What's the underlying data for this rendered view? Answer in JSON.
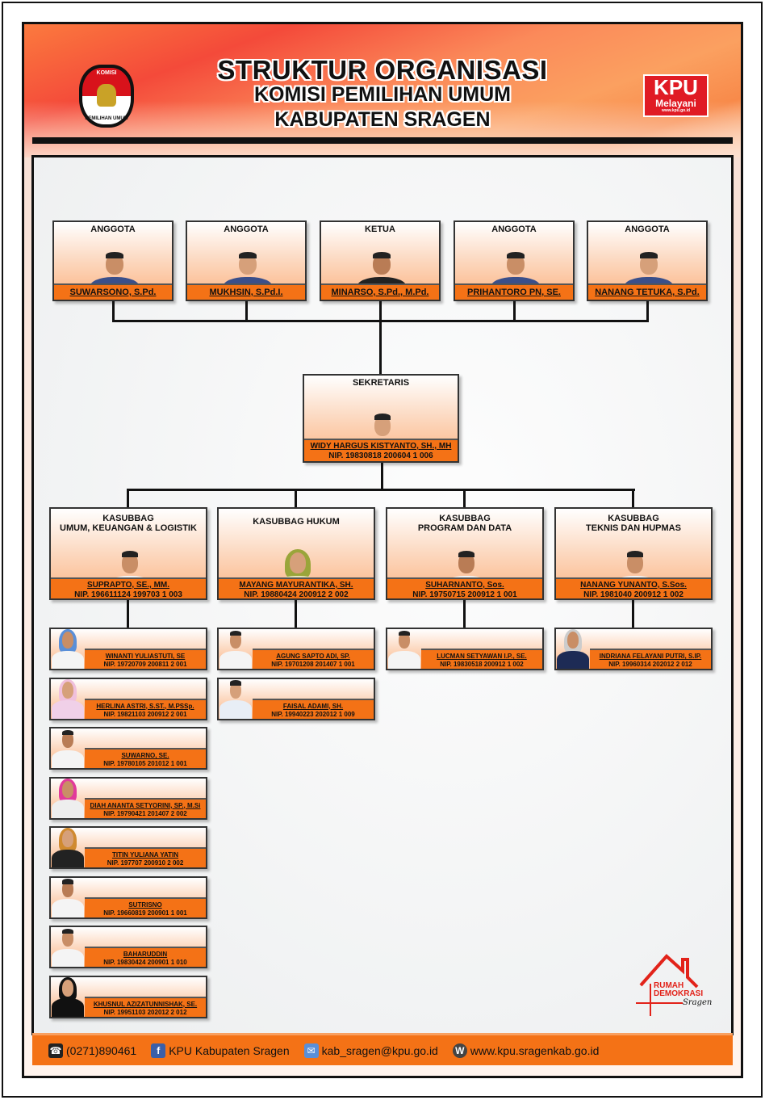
{
  "header": {
    "title": "STRUKTUR ORGANISASI",
    "subtitle1": "KOMISI PEMILIHAN UMUM",
    "subtitle2": "KABUPATEN SRAGEN",
    "logo_left": {
      "top": "KOMISI",
      "bottom": "PEMILIHAN UMUM"
    },
    "logo_right": {
      "main": "KPU",
      "sub": "Melayani",
      "url": "www.kpu.go.id"
    }
  },
  "commissioners": [
    {
      "role": "ANGGOTA",
      "name": "SUWARSONO, S.Pd."
    },
    {
      "role": "ANGGOTA",
      "name": "MUKHSIN, S.Pd.I."
    },
    {
      "role": "KETUA",
      "name": "MINARSO, S.Pd., M.Pd."
    },
    {
      "role": "ANGGOTA",
      "name": "PRIHANTORO PN, SE."
    },
    {
      "role": "ANGGOTA",
      "name": "NANANG TETUKA, S.Pd."
    }
  ],
  "secretary": {
    "role": "SEKRETARIS",
    "name": "WIDY HARGUS KISTYANTO, SH., MH",
    "nip": "NIP. 19830818 200604 1 006"
  },
  "divisions": [
    {
      "role": "KASUBBAG\nUMUM, KEUANGAN & LOGISTIK",
      "name": "SUPRAPTO, SE., MM.",
      "nip": "NIP. 196611124 199703 1 003",
      "staff": [
        {
          "name": "WINANTI YULIASTUTI, SE",
          "nip": "NIP. 19720709 200811 2 001"
        },
        {
          "name": "HERLINA ASTRI, S.ST., M.PSSp.",
          "nip": "NIP. 19821103 200912 2 001"
        },
        {
          "name": "SUWARNO, SE.",
          "nip": "NIP. 19780105 201012 1 001"
        },
        {
          "name": "DIAH ANANTA SETYORINI, SP., M.Si",
          "nip": "NIP. 19790421 201407 2 002"
        },
        {
          "name": "TITIN YULIANA YATIN",
          "nip": "NIP. 197707 200910 2 002"
        },
        {
          "name": "SUTRISNO",
          "nip": "NIP. 19660819 200901 1 001"
        },
        {
          "name": "BAHARUDDIN",
          "nip": "NIP. 19830424 200901 1 010"
        },
        {
          "name": "KHUSNUL AZIZATUNNISHAK, SE.",
          "nip": "NIP. 19951103 202012 2 012"
        }
      ]
    },
    {
      "role": "KASUBBAG HUKUM",
      "name": "MAYANG MAYURANTIKA, SH.",
      "nip": "NIP. 19880424 200912 2 002",
      "staff": [
        {
          "name": "AGUNG SAPTO ADI, SP.",
          "nip": "NIP. 19701208 201407 1 001"
        },
        {
          "name": "FAISAL ADAMI, SH.",
          "nip": "NIP. 19940223 202012 1 009"
        }
      ]
    },
    {
      "role": "KASUBBAG\nPROGRAM DAN DATA",
      "name": "SUHARNANTO, Sos.",
      "nip": "NIP. 19750715 200912 1 001",
      "staff": [
        {
          "name": "LUCMAN SETYAWAN I.P., SE.",
          "nip": "NIP. 19830518 200912 1 002"
        }
      ]
    },
    {
      "role": "KASUBBAG\nTEKNIS DAN HUPMAS",
      "name": "NANANG YUNANTO, S.Sos.",
      "nip": "NIP. 1981040 200912 1 002",
      "staff": [
        {
          "name": "INDRIANA FELAYANI PUTRI, S.IP.",
          "nip": "NIP. 19960314 202012 2 012"
        }
      ]
    }
  ],
  "badge": {
    "line1": "RUMAH",
    "line2": "DEMOKRASI",
    "line3": "Sragen"
  },
  "footer": {
    "phone": "(0271)890461",
    "facebook": "KPU Kabupaten Sragen",
    "email": "kab_sragen@kpu.go.id",
    "website": "www.kpu.sragenkab.go.id"
  },
  "colors": {
    "accent": "#f47216",
    "logo_red": "#e01b24"
  }
}
